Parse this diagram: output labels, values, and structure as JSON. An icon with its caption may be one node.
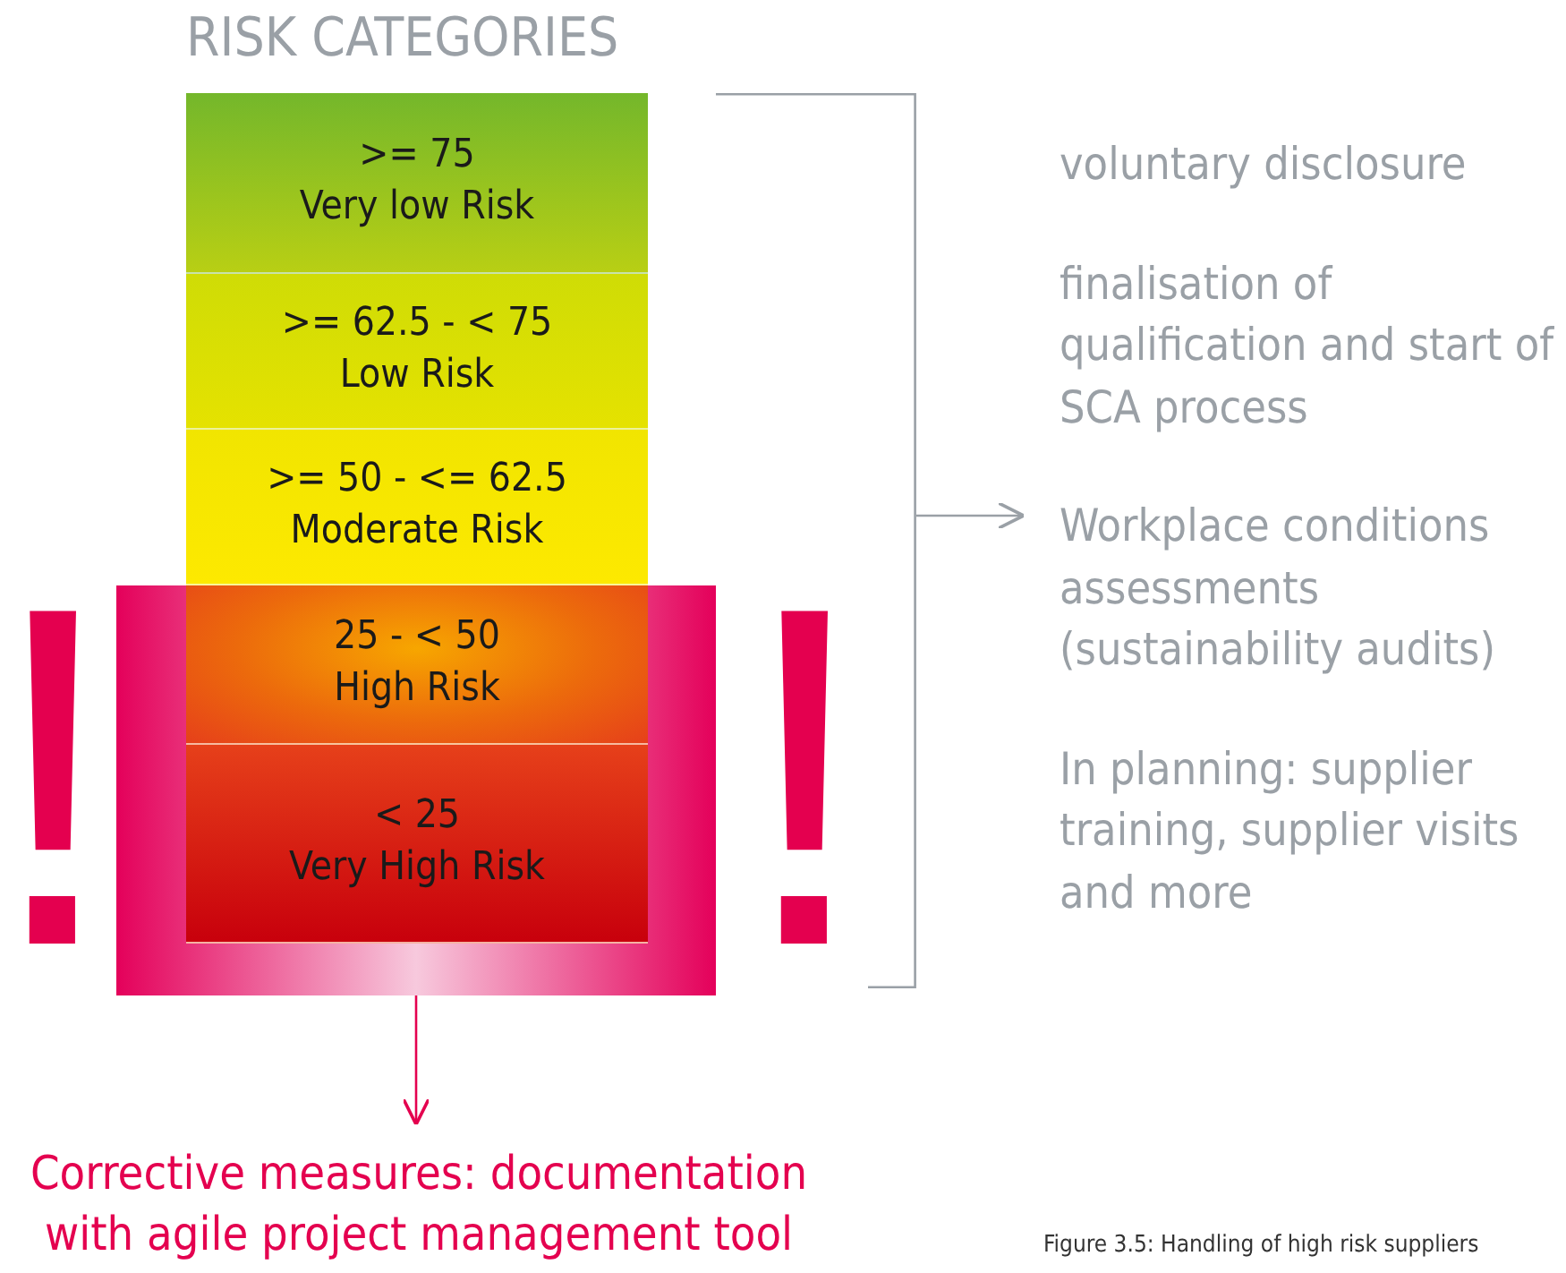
{
  "diagram": {
    "title": "RISK CATEGORIES",
    "caption": "Figure 3.5: Handling of high risk suppliers",
    "nodes": [
      {
        "text": [
          ">= 75",
          "Very low Risk"
        ]
      },
      {
        "text": [
          ">= 62.5 - < 75",
          "Low Risk"
        ]
      },
      {
        "text": [
          ">= 50 - <= 62.5",
          "Moderate Risk"
        ]
      },
      {
        "text": [],
        "shape": "box"
      },
      {
        "text": [
          "25 - < 50",
          "High Risk"
        ],
        "in": 3
      },
      {
        "text": [
          "< 25",
          "Very High Risk"
        ],
        "in": 3
      },
      {
        "text": [
          "voluntary disclosure",
          "finalisation of qualification and start of SCA process",
          "Workplace conditions assessments (sustainability audits)",
          "In planning: supplier training, supplier visits and more"
        ]
      },
      {
        "text": [
          "Corrective measures: documentation with agile project management tool"
        ]
      },
      {
        "text": [],
        "shape": "bracket"
      }
    ],
    "edges": [
      {
        "from": 8,
        "to": 6,
        "arrow": "to"
      },
      {
        "from": 3,
        "to": 7,
        "arrow": "to",
        "color": "#e4004f"
      }
    ],
    "labels": [
      "!",
      "!"
    ]
  }
}
